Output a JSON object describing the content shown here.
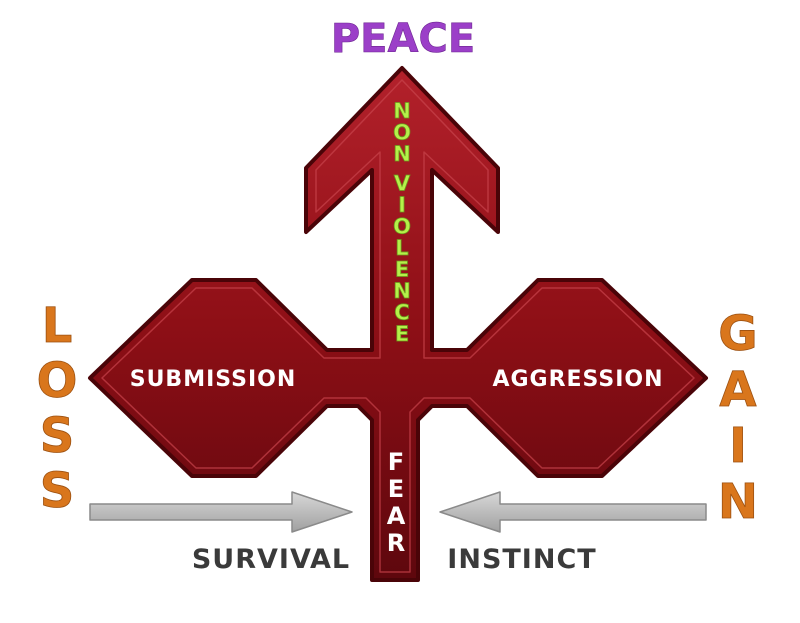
{
  "title": "PEACE",
  "left_label": "LOSS",
  "right_label": "GAIN",
  "center_vertical": "NON VIOLENCE",
  "left_arm_label": "SUBMISSION",
  "right_arm_label": "AGGRESSION",
  "stem_label": "FEAR",
  "bottom_left": "SURVIVAL",
  "bottom_right": "INSTINCT",
  "colors": {
    "peace": "#9b3fc8",
    "side": "#d9761c",
    "arrow_fill": "#8e0f16",
    "arrow_edge": "#4a0408",
    "nonviolence": "#b5f04a",
    "arm_text": "#ffffff",
    "bottom_text": "#3a3a3a",
    "grey_arrow": "#bcbcbc"
  }
}
